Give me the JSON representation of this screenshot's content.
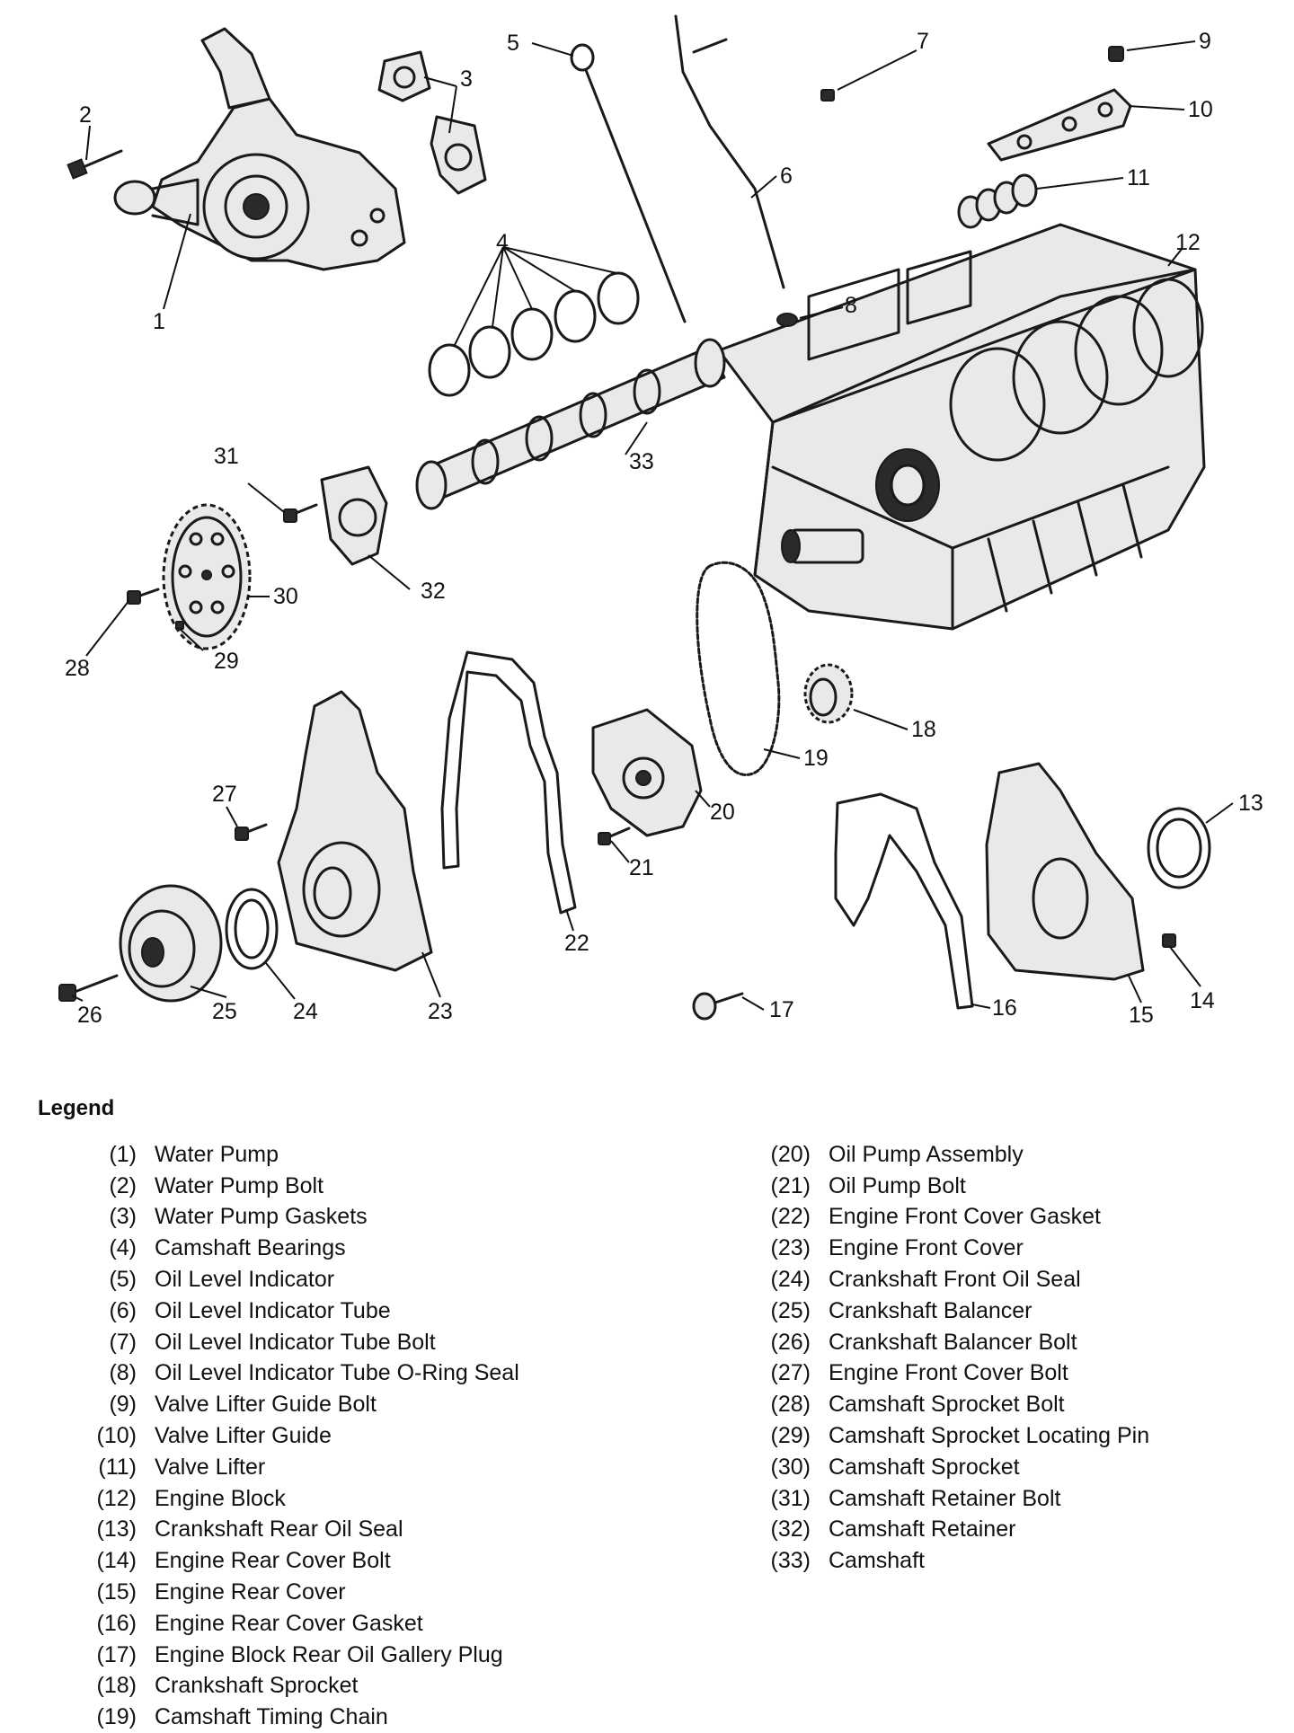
{
  "callouts": [
    "1",
    "2",
    "3",
    "4",
    "5",
    "6",
    "7",
    "8",
    "9",
    "10",
    "11",
    "12",
    "13",
    "14",
    "15",
    "16",
    "17",
    "18",
    "19",
    "20",
    "21",
    "22",
    "23",
    "24",
    "25",
    "26",
    "27",
    "28",
    "29",
    "30",
    "31",
    "32",
    "33"
  ],
  "legend": {
    "title": "Legend",
    "left": [
      {
        "num": "(1)",
        "label": "Water Pump"
      },
      {
        "num": "(2)",
        "label": "Water Pump Bolt"
      },
      {
        "num": "(3)",
        "label": "Water Pump Gaskets"
      },
      {
        "num": "(4)",
        "label": "Camshaft Bearings"
      },
      {
        "num": "(5)",
        "label": "Oil Level Indicator"
      },
      {
        "num": "(6)",
        "label": "Oil Level Indicator Tube"
      },
      {
        "num": "(7)",
        "label": "Oil Level Indicator Tube Bolt"
      },
      {
        "num": "(8)",
        "label": "Oil Level Indicator Tube O-Ring Seal"
      },
      {
        "num": "(9)",
        "label": "Valve Lifter Guide Bolt"
      },
      {
        "num": "(10)",
        "label": "Valve Lifter Guide"
      },
      {
        "num": "(11)",
        "label": "Valve Lifter"
      },
      {
        "num": "(12)",
        "label": "Engine Block"
      },
      {
        "num": "(13)",
        "label": "Crankshaft Rear Oil Seal"
      },
      {
        "num": "(14)",
        "label": "Engine Rear Cover Bolt"
      },
      {
        "num": "(15)",
        "label": "Engine Rear Cover"
      },
      {
        "num": "(16)",
        "label": "Engine Rear Cover Gasket"
      },
      {
        "num": "(17)",
        "label": "Engine Block Rear Oil Gallery Plug"
      },
      {
        "num": "(18)",
        "label": "Crankshaft Sprocket"
      },
      {
        "num": "(19)",
        "label": "Camshaft Timing Chain"
      }
    ],
    "right": [
      {
        "num": "(20)",
        "label": "Oil Pump Assembly"
      },
      {
        "num": "(21)",
        "label": "Oil Pump Bolt"
      },
      {
        "num": "(22)",
        "label": "Engine Front Cover Gasket"
      },
      {
        "num": "(23)",
        "label": "Engine Front Cover"
      },
      {
        "num": "(24)",
        "label": "Crankshaft Front Oil Seal"
      },
      {
        "num": "(25)",
        "label": "Crankshaft Balancer"
      },
      {
        "num": "(26)",
        "label": "Crankshaft Balancer Bolt"
      },
      {
        "num": "(27)",
        "label": "Engine Front Cover Bolt"
      },
      {
        "num": "(28)",
        "label": "Camshaft Sprocket Bolt"
      },
      {
        "num": "(29)",
        "label": "Camshaft Sprocket Locating Pin"
      },
      {
        "num": "(30)",
        "label": "Camshaft Sprocket"
      },
      {
        "num": "(31)",
        "label": "Camshaft Retainer Bolt"
      },
      {
        "num": "(32)",
        "label": "Camshaft Retainer"
      },
      {
        "num": "(33)",
        "label": "Camshaft"
      }
    ]
  }
}
